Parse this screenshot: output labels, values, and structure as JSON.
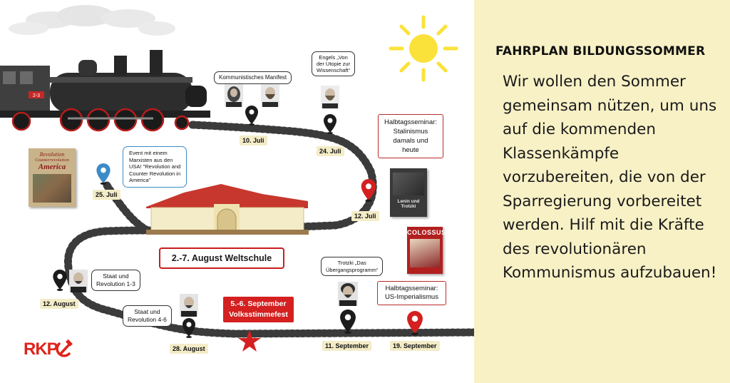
{
  "panel": {
    "title": "FAHRPLAN BILDUNGSSOMMER",
    "body": "Wir wollen den Sommer gemeinsam nützen, um uns auf die kommenden Klassenkämpfe vorzubereiten, die von der Sparregierung vorbereitet werden. Hilf mit die Kräfte des revolutionären Kommunismus aufzubauen!",
    "background": "#f8f1c6"
  },
  "stops": {
    "s10juli": "10. Juli",
    "s24juli": "24. Juli",
    "s12juli": "12. Juli",
    "s25juli": "25. Juli",
    "s12aug": "12. August",
    "s28aug": "28. August",
    "s11sep": "11. September",
    "s19sep": "19. September"
  },
  "bubbles": {
    "manifest": "Kommunistisches Manifest",
    "engels_1": "Engels „Von",
    "engels_2": "der Utopie zur",
    "engels_3": "Wissenschaft“",
    "stalin_1": "Halbtagsseminar:",
    "stalin_2": "Stalinismus",
    "stalin_3": "damals und",
    "stalin_4": "heute",
    "usa_1": "Event mit einem",
    "usa_2": "Marxisten aus den",
    "usa_3": "USA! \"Revolution and",
    "usa_4": "Counter Revolution in",
    "usa_5": "America\"",
    "staat13_1": "Staat und",
    "staat13_2": "Revolution 1-3",
    "staat46_1": "Staat und",
    "staat46_2": "Revolution 4-6",
    "trotzki_1": "Trotzki „Das",
    "trotzki_2": "Übergangsprogramm“",
    "usimp_1": "Halbtagsseminar:",
    "usimp_2": "US-Imperialismus"
  },
  "events": {
    "weltschule": "2.-7. August Weltschule",
    "volksstimme_1": "5.-6. September",
    "volksstimme_2": "Volksstimmefest"
  },
  "books": {
    "america_1": "Revolution",
    "america_2": "Counterrevolution",
    "america_3": "America",
    "lenin_trotzki": "Lenin und Trotzki",
    "colossus": "COLOSSUS"
  },
  "logo": {
    "text": "RKP",
    "color": "#e0231c"
  },
  "colors": {
    "pin_black": "#1c1c1c",
    "pin_red": "#d42020",
    "pin_blue": "#3d8bc6",
    "accent_red": "#c81e1e",
    "track": "#3b3b3b",
    "sun": "#fbe23a"
  },
  "icons": {
    "pin": "map-pin-icon",
    "star": "star-icon",
    "sun": "sun-icon",
    "logo": "hammer-sickle-icon"
  }
}
